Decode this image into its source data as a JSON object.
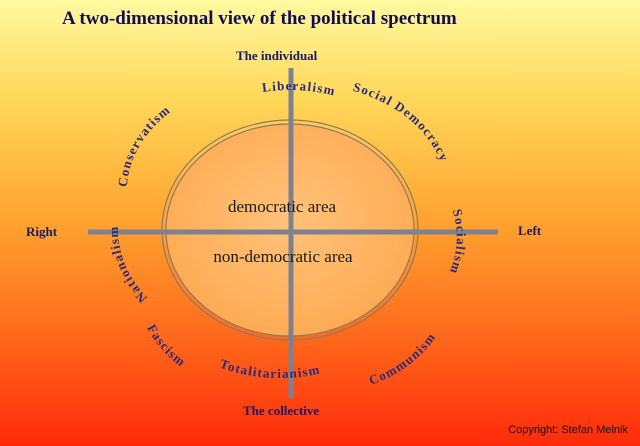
{
  "title": "A two-dimensional view of the political spectrum",
  "axes": {
    "top": "The individual",
    "bottom": "The collective",
    "left": "Right",
    "right": "Left"
  },
  "areas": {
    "upper": "democratic area",
    "lower": "non-democratic area"
  },
  "ideologies": {
    "liberalism": "Liberalism",
    "social_democracy": "Social Democracy",
    "conservatism": "Conservatism",
    "nationalism": "Nationalism",
    "socialism": "Socialism",
    "communism": "Communism",
    "totalitarianism": "Totalitarianism",
    "fascism": "Fascism"
  },
  "copyright": "Copyright: Stefan Melnik",
  "colors": {
    "title": "#101050",
    "labels": "#1a1a6a",
    "axis_lines": "#7f8190",
    "ellipse_fill": "#ffb05a"
  }
}
